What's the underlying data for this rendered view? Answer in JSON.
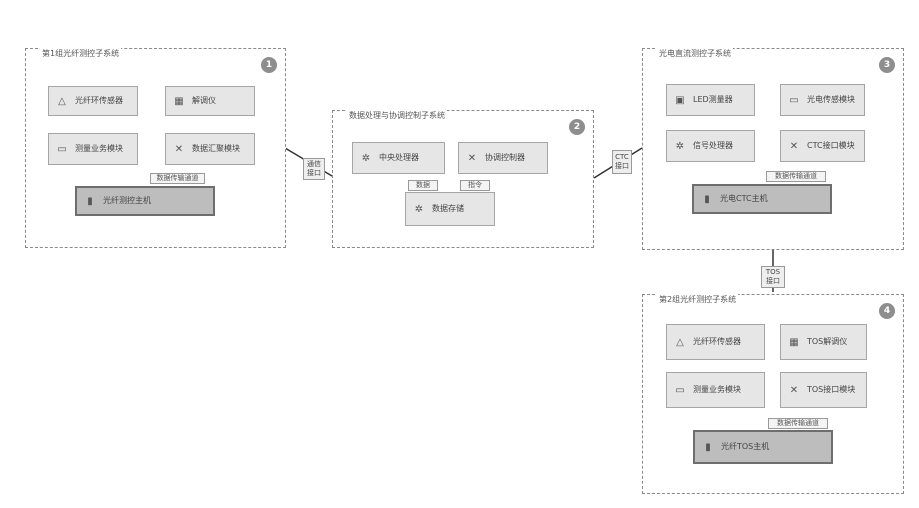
{
  "groups": [
    {
      "id": "g1",
      "title": "第1组光纤测控子系统",
      "badge": "1",
      "nodes": [
        {
          "label": "光纤环传感器",
          "icon": "sensor-icon"
        },
        {
          "label": "解调仪",
          "icon": "device-icon"
        },
        {
          "label": "测量业务模块",
          "icon": "module-icon"
        },
        {
          "label": "数据汇聚模块",
          "icon": "cross-icon"
        },
        {
          "label": "光纤测控主机",
          "icon": "host-icon"
        }
      ],
      "tag": "数据传输通道"
    },
    {
      "id": "g2",
      "title": "数据处理与协调控制子系统",
      "badge": "2",
      "nodes": [
        {
          "label": "中央处理器",
          "icon": "gear-icon"
        },
        {
          "label": "协调控制器",
          "icon": "cross-icon"
        },
        {
          "label": "数据存储",
          "icon": "gear-icon"
        }
      ],
      "tags": [
        "数据",
        "指令"
      ]
    },
    {
      "id": "g3",
      "title": "光电直流测控子系统",
      "badge": "3",
      "nodes": [
        {
          "label": "LED测量器",
          "icon": "monitor-icon"
        },
        {
          "label": "光电传感模块",
          "icon": "module-icon"
        },
        {
          "label": "信号处理器",
          "icon": "gear-icon"
        },
        {
          "label": "CTC接口模块",
          "icon": "cross-icon"
        },
        {
          "label": "光电CTC主机",
          "icon": "host-icon"
        }
      ],
      "tag": "数据传输通道"
    },
    {
      "id": "g4",
      "title": "第2组光纤测控子系统",
      "badge": "4",
      "nodes": [
        {
          "label": "光纤环传感器",
          "icon": "sensor-icon"
        },
        {
          "label": "TOS解调仪",
          "icon": "device-icon"
        },
        {
          "label": "测量业务模块",
          "icon": "module-icon"
        },
        {
          "label": "TOS接口模块",
          "icon": "cross-icon"
        },
        {
          "label": "光纤TOS主机",
          "icon": "host-icon"
        }
      ],
      "tag": "数据传输通道"
    }
  ],
  "edges": [
    {
      "label": "通信\n接口"
    },
    {
      "label": "CTC\n接口"
    },
    {
      "label": "TOS\n接口"
    }
  ]
}
